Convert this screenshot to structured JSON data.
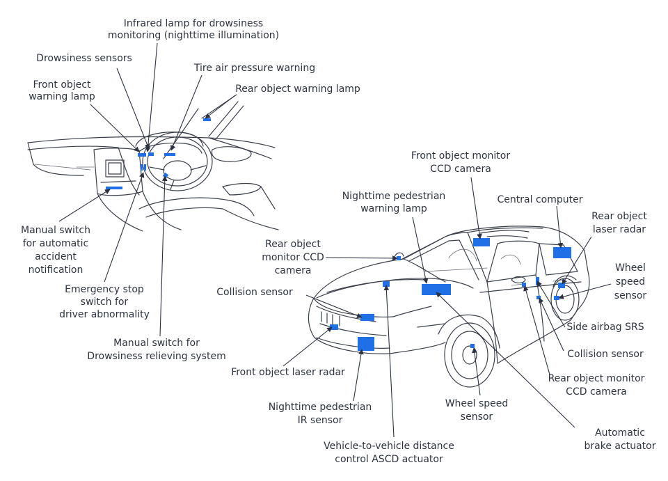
{
  "colors": {
    "component": "#1f6fe6",
    "component_dark": "#0b3a8c",
    "line": "#2b3140",
    "text": "#2d3340"
  },
  "labels": {
    "infrared_lamp": [
      "Infrared lamp for drowsiness",
      "monitoring (nighttime illumination)"
    ],
    "drowsiness_sensors": [
      "Drowsiness sensors"
    ],
    "tire_air_pressure": [
      "Tire air pressure warning"
    ],
    "front_object_warning_lamp": [
      "Front object",
      "warning lamp"
    ],
    "rear_object_warning_lamp": [
      "Rear object warning lamp"
    ],
    "manual_switch_notification": [
      "Manual switch",
      "for automatic",
      "accident",
      "notification"
    ],
    "emergency_stop_switch": [
      "Emergency stop",
      "switch for",
      "driver abnormality"
    ],
    "manual_switch_drowsiness": [
      "Manual switch for",
      "Drowsiness relieving system"
    ],
    "front_object_ccd_camera": [
      "Front object monitor",
      "CCD camera"
    ],
    "nighttime_pedestrian_lamp": [
      "Nighttime pedestrian",
      "warning lamp"
    ],
    "central_computer": [
      "Central computer"
    ],
    "rear_object_laser_radar": [
      "Rear object",
      "laser radar"
    ],
    "rear_object_monitor_ccd_left": [
      "Rear object",
      "monitor CCD",
      "camera"
    ],
    "wheel_speed_sensor_rear": [
      "Wheel",
      "speed",
      "sensor"
    ],
    "collision_sensor_front": [
      "Collision sensor"
    ],
    "side_airbag": [
      "Side airbag SRS"
    ],
    "collision_sensor_side": [
      "Collision sensor"
    ],
    "front_object_laser_radar": [
      "Front object laser radar"
    ],
    "rear_object_monitor_ccd_right": [
      "Rear object monitor",
      "CCD camera"
    ],
    "nighttime_pedestrian_ir": [
      "Nighttime pedestrian",
      "IR sensor"
    ],
    "wheel_speed_sensor_front": [
      "Wheel speed",
      "sensor"
    ],
    "automatic_brake_actuator": [
      "Automatic",
      "brake actuator"
    ],
    "vehicle_distance_actuator": [
      "Vehicle-to-vehicle distance",
      "control ASCD actuator"
    ]
  }
}
